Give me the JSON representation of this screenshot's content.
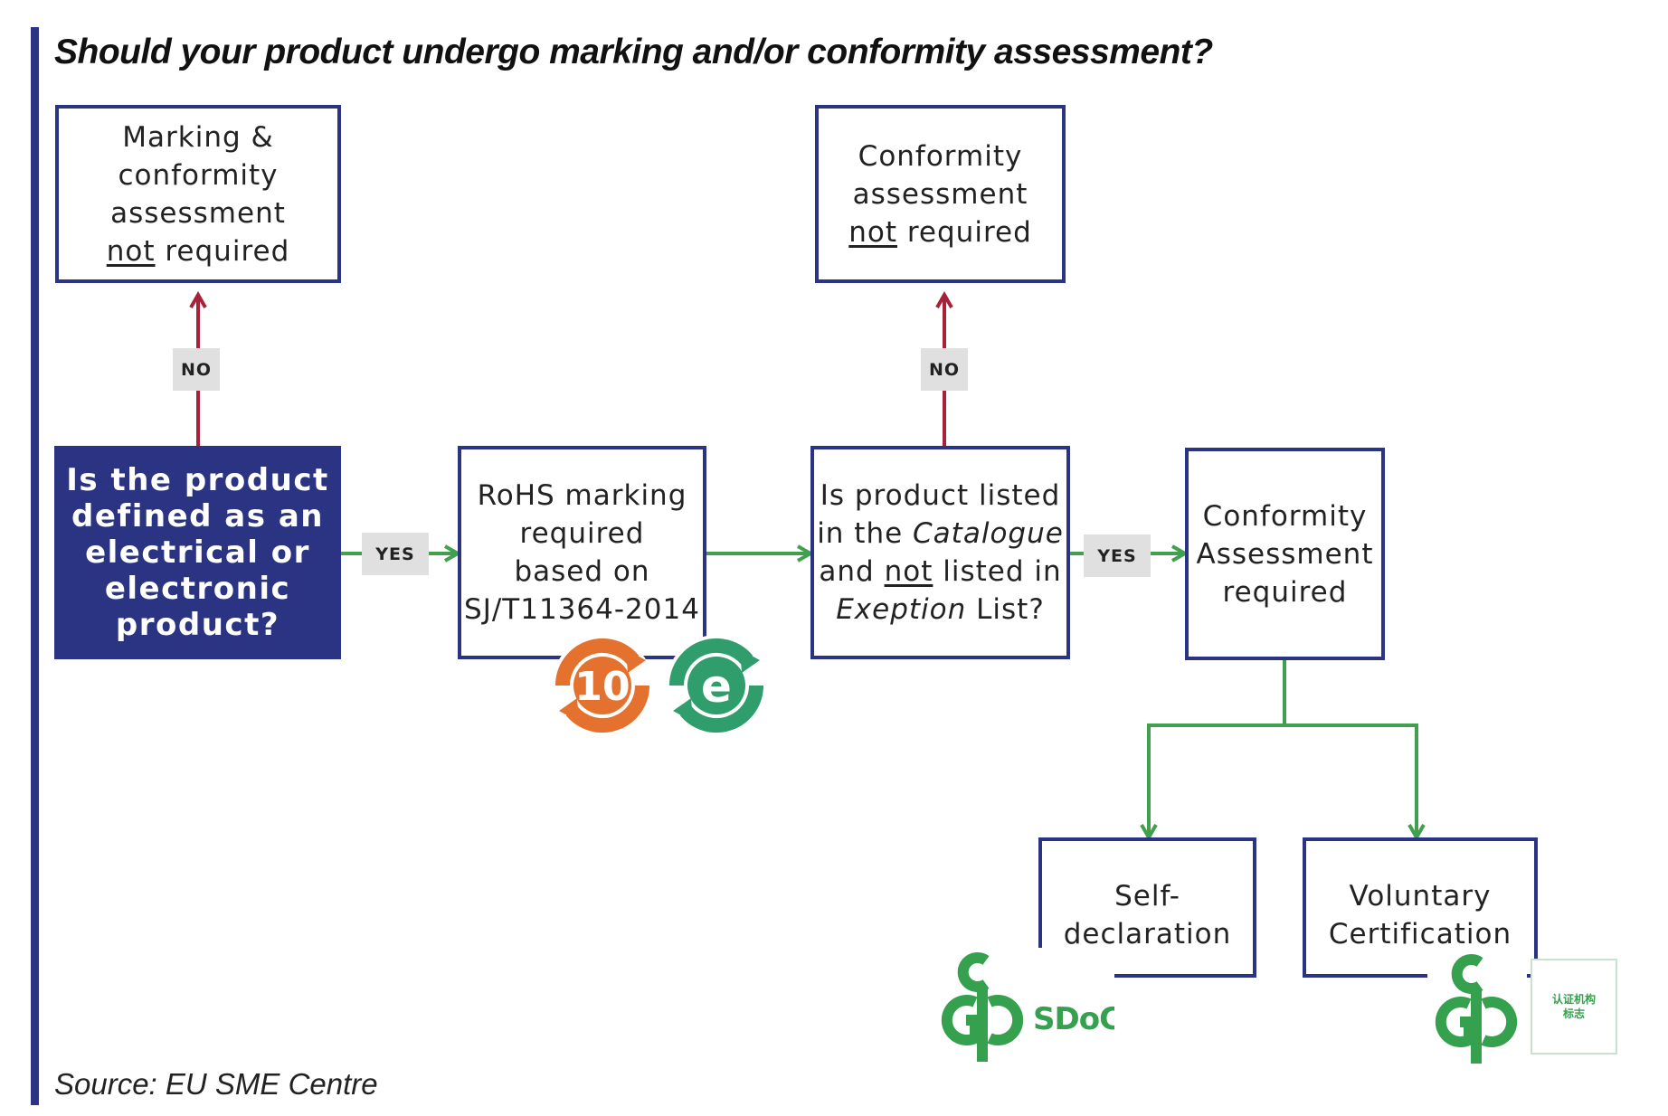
{
  "title": "Should your product undergo marking and/or conformity assessment?",
  "source": "Source: EU SME Centre",
  "colors": {
    "navy": "#2b3483",
    "green": "#41a04e",
    "red": "#a8203a",
    "tag_bg": "#e0e0e0",
    "orange": "#e4722e",
    "teal": "#2f9e6c",
    "logo_green": "#35a04d"
  },
  "nodes": {
    "question_electrical": {
      "lines": [
        "Is the product",
        "defined as an",
        "electrical or",
        "electronic",
        "product?"
      ]
    },
    "marking_not_required": {
      "lines": [
        "Marking &",
        "conformity",
        "assessment"
      ],
      "last_underlined": "not",
      "last_rest": " required"
    },
    "rohs_required": {
      "lines": [
        "RoHS marking",
        "required",
        "based on",
        "SJ/T11364-2014"
      ]
    },
    "question_catalogue": {
      "l1": "Is product listed",
      "l2_a": "in the ",
      "l2_b": "Catalogue",
      "l3_a": "and ",
      "l3_b": "not",
      "l3_c": " listed in",
      "l4_a": "Exeption",
      "l4_b": " List?"
    },
    "conformity_not_required": {
      "lines": [
        "Conformity",
        "assessment"
      ],
      "last_underlined": "not",
      "last_rest": " required"
    },
    "conformity_required": {
      "lines": [
        "Conformity",
        "Assessment",
        "required"
      ]
    },
    "self_declaration": {
      "lines": [
        "Self-",
        "declaration"
      ]
    },
    "voluntary_certification": {
      "lines": [
        "Voluntary",
        "Certification"
      ]
    }
  },
  "labels": {
    "no_1": "NO",
    "no_2": "NO",
    "yes_1": "YES",
    "yes_2": "YES"
  },
  "logos": {
    "rohs_10": {
      "icon": "rohs-10-years-icon",
      "text": "10"
    },
    "rohs_e": {
      "icon": "rohs-e-icon",
      "text": "e"
    },
    "sdoc": {
      "icon": "cp-sdoc-logo",
      "text": "SDoC"
    },
    "voluntary": {
      "icon": "cp-certification-logo",
      "label": [
        "认证机构",
        "标志"
      ]
    }
  }
}
